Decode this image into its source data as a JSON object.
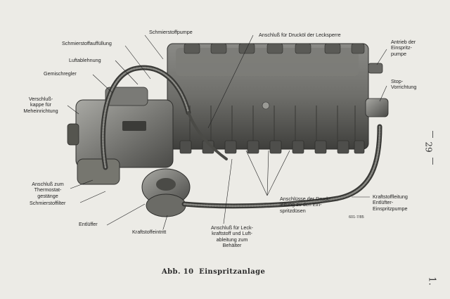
{
  "figure": {
    "caption": "Abb. 10  Einspritzanlage",
    "reference": "601-7/85",
    "page_number": "29",
    "side_mark": "1."
  },
  "labels": {
    "schmierstoffpumpe": "Schmierstoffpumpe",
    "schmierstoffauffuellung": "Schmierstoffauffüllung",
    "luftablehnung": "Luftablehnung",
    "gemischregler": "Gemischregler",
    "verschlusskappe": "Verschluß-\nkappe für\nMeheinrichtung",
    "anschluss_druckoel": "Anschluß für Drucköl der Lecksperre",
    "antrieb": "Antrieb der\nEinspritz-\npumpe",
    "stop": "Stop-\nVorrichtung",
    "thermostat": "Anschluß zum\nThermostat-\ngestänge",
    "schmierstofffilter": "Schmierstoffilter",
    "entlueffer": "Entlüffer",
    "kraftstoffeintritt": "Kraftstoffeintritt",
    "leckkraftstoff": "Anschluß für Leck-\nkraftstoff und Luft-\nableitung zum\nBehälter",
    "anschluesse_druck": "Anschlüsse der Druck-\nleitung zu den Ein-\nspritzdüsen",
    "kraftstoffleitung": "Kraftstoffleitung\nEntlüfter-\nEinspritzpumpe"
  }
}
